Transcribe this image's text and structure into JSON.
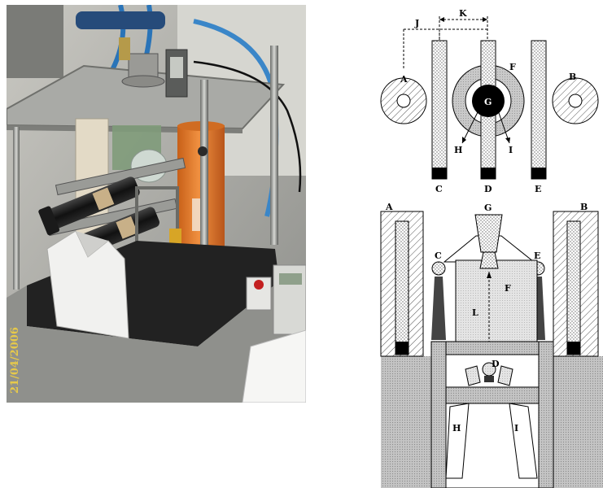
{
  "photo": {
    "date_stamp": "21/04/2006"
  },
  "top_view": {
    "labels": {
      "J": "J",
      "K": "K",
      "A": "A",
      "B": "B",
      "F": "F",
      "G": "G",
      "H": "H",
      "I": "I",
      "C": "C",
      "D": "D",
      "E": "E"
    }
  },
  "side_view": {
    "labels": {
      "A": "A",
      "B": "B",
      "G": "G",
      "C": "C",
      "E": "E",
      "F": "F",
      "L": "L",
      "D": "D",
      "H": "H",
      "I": "I"
    }
  },
  "colors": {
    "orange_tube": "#e07a2a",
    "photo_bg": "#b7b8b4",
    "base_plate": "#222222"
  }
}
